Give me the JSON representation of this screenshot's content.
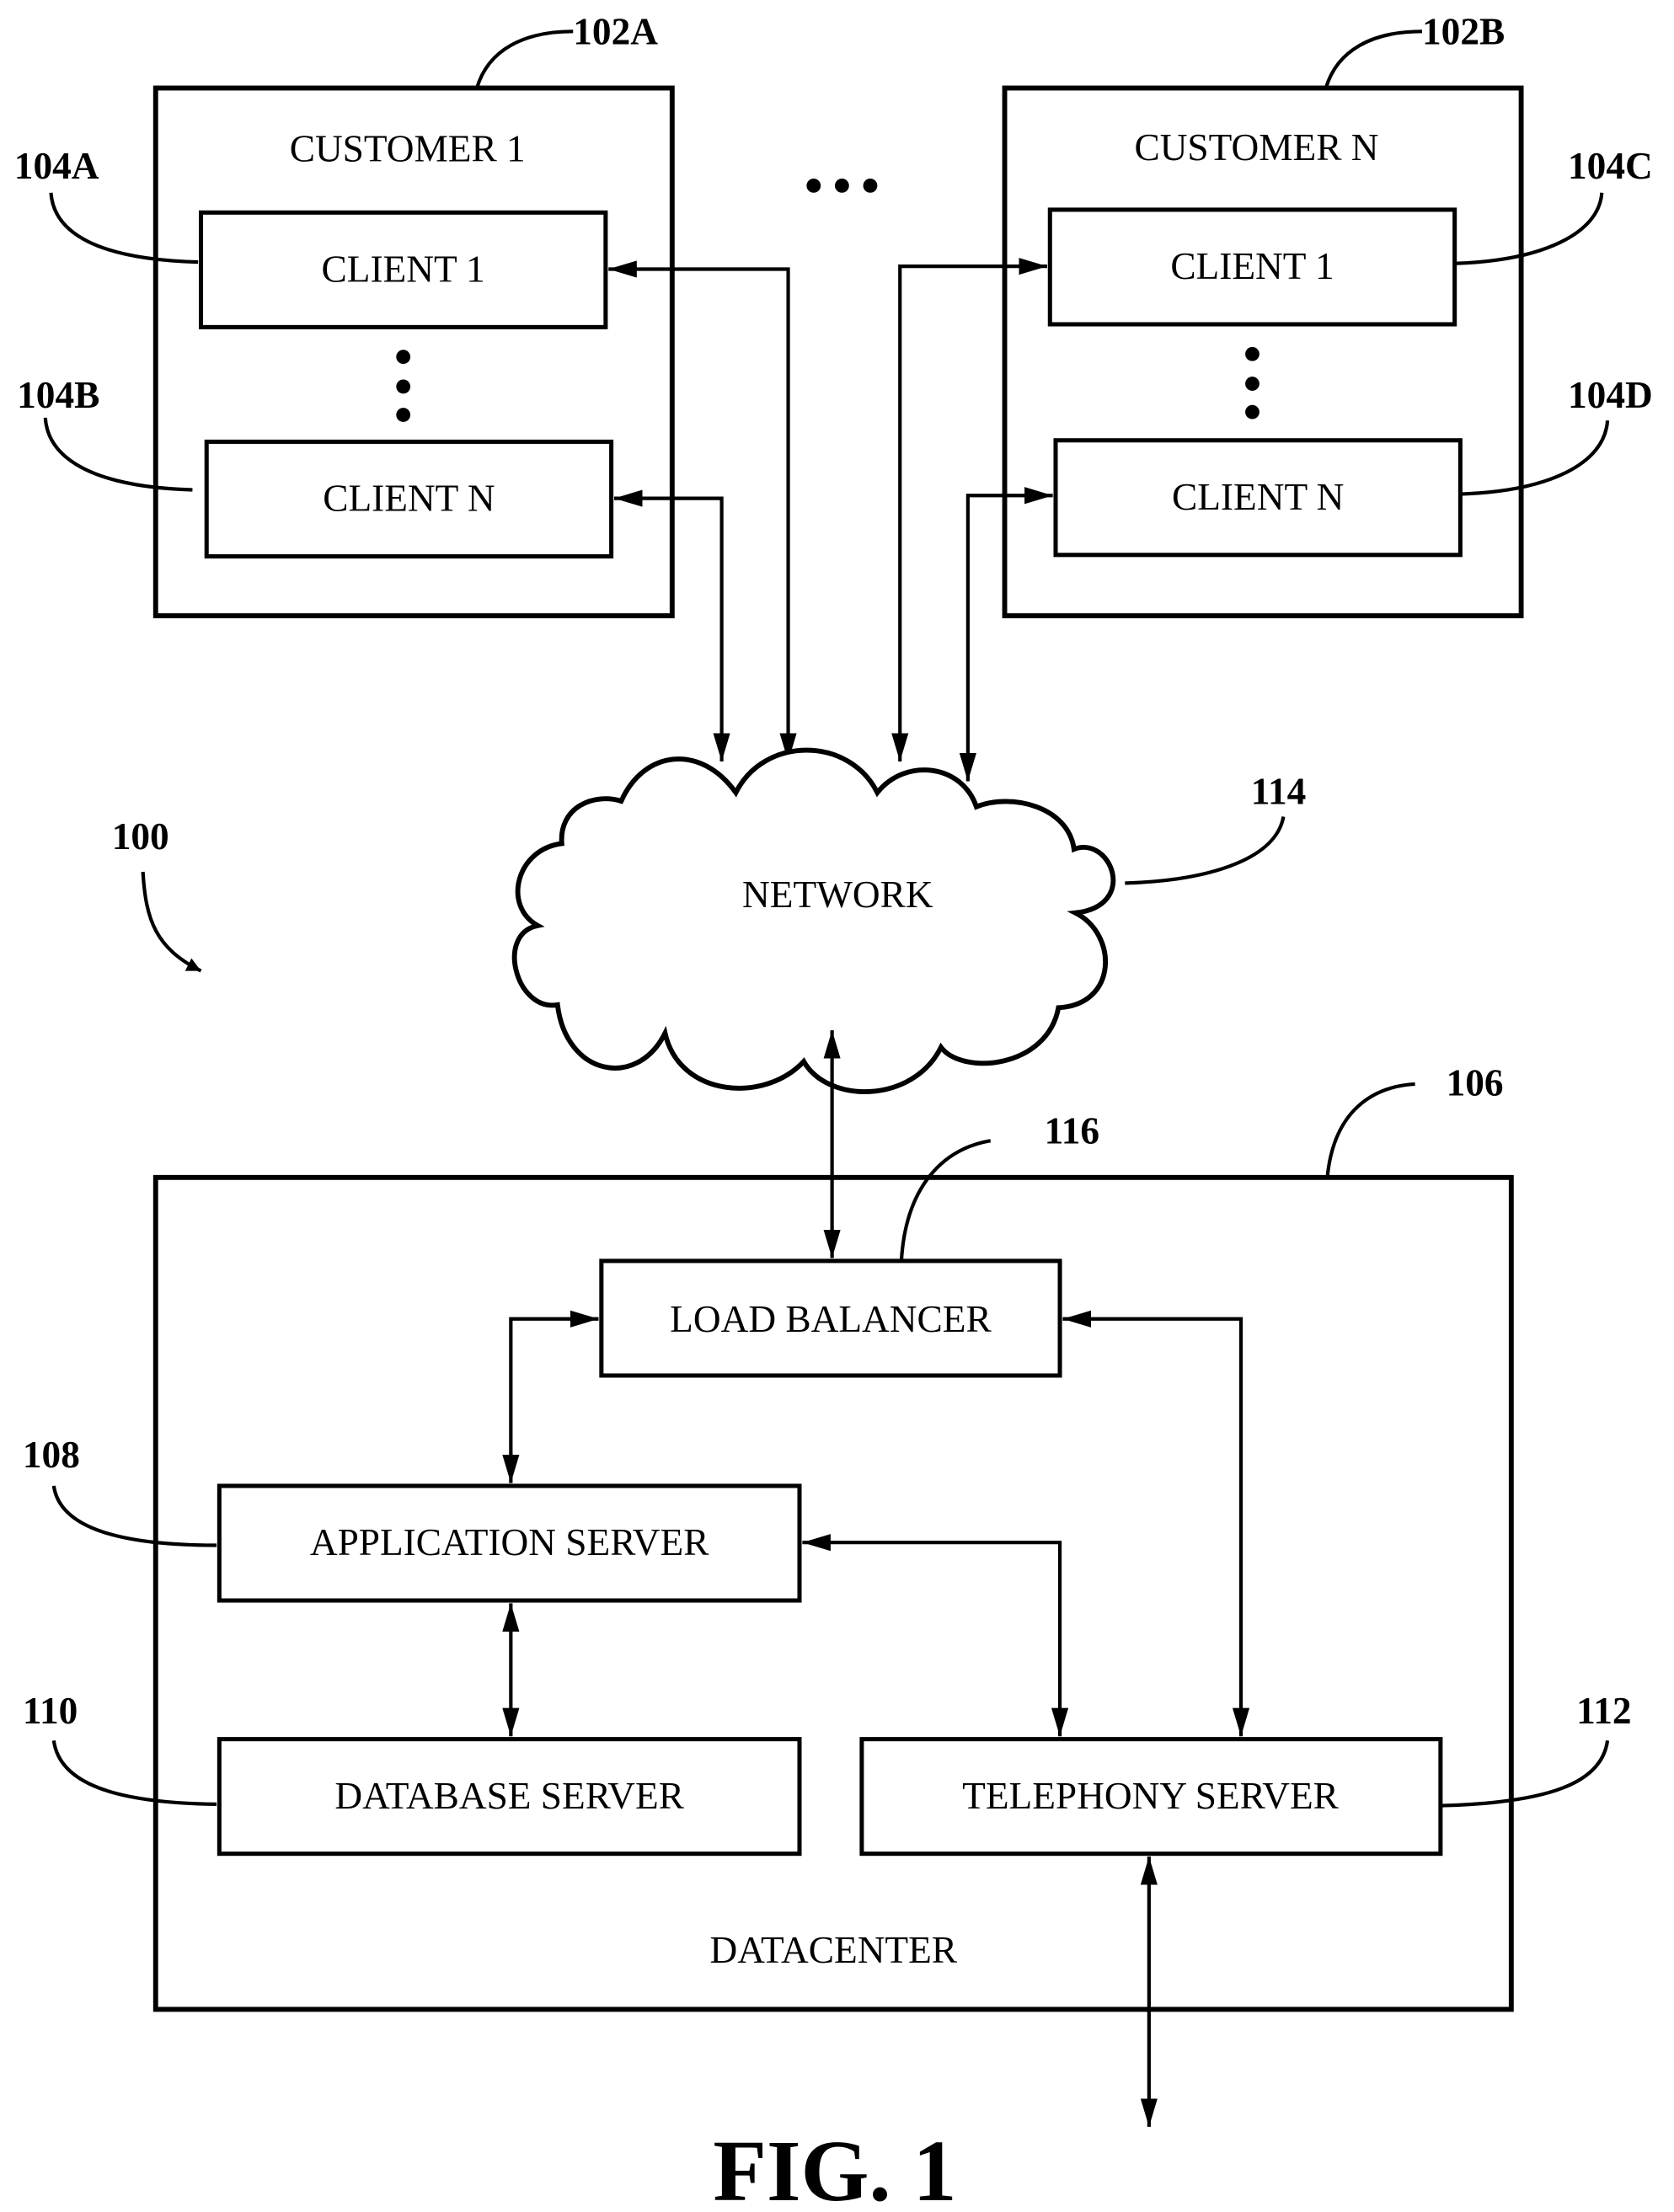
{
  "figure": {
    "caption": "FIG. 1",
    "system_ref": "100"
  },
  "customers": [
    {
      "ref": "102A",
      "title": "CUSTOMER 1",
      "clients": [
        {
          "ref": "104A",
          "label": "CLIENT 1"
        },
        {
          "ref": "104B",
          "label": "CLIENT N"
        }
      ]
    },
    {
      "ref": "102B",
      "title": "CUSTOMER N",
      "clients": [
        {
          "ref": "104C",
          "label": "CLIENT 1"
        },
        {
          "ref": "104D",
          "label": "CLIENT N"
        }
      ]
    }
  ],
  "network": {
    "ref": "114",
    "label": "NETWORK"
  },
  "datacenter": {
    "ref": "106",
    "label": "DATACENTER",
    "load_balancer": {
      "ref": "116",
      "label": "LOAD BALANCER"
    },
    "application_server": {
      "ref": "108",
      "label": "APPLICATION SERVER"
    },
    "database_server": {
      "ref": "110",
      "label": "DATABASE SERVER"
    },
    "telephony_server": {
      "ref": "112",
      "label": "TELEPHONY SERVER"
    }
  }
}
